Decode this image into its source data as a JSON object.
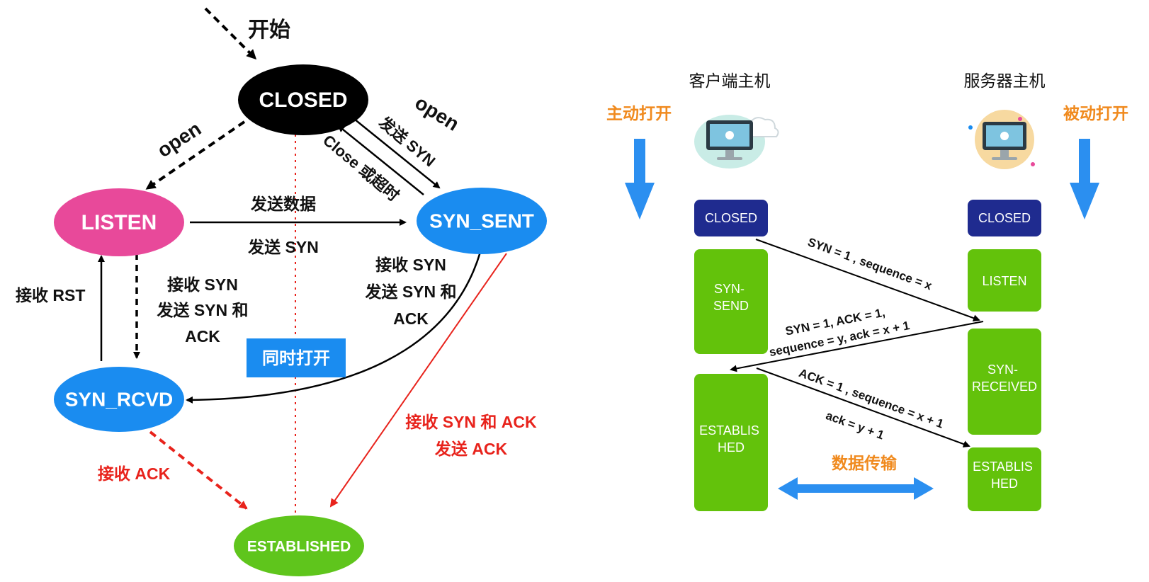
{
  "colors": {
    "closed": "#000000",
    "listen": "#e8499a",
    "syn_state": "#1a8cf0",
    "established": "#5fc51c",
    "red": "#e8231c",
    "orange": "#f08a1e",
    "box_blue": "#1f2b8f",
    "box_green": "#63c20b",
    "arrow_blue": "#2b8ff0"
  },
  "left": {
    "start_label": "开始",
    "states": {
      "closed": "CLOSED",
      "listen": "LISTEN",
      "syn_sent": "SYN_SENT",
      "syn_rcvd": "SYN_RCVD",
      "established": "ESTABLISHED"
    },
    "labels": {
      "open_left": "open",
      "open_right": "open",
      "send_syn_diag": "发送 SYN",
      "close_timeout": "Close 或超时",
      "send_data": "发送数据",
      "send_syn_mid": "发送 SYN",
      "recv_rst": "接收 RST",
      "listen_rcvd_1": "接收 SYN",
      "listen_rcvd_2": "发送 SYN 和",
      "listen_rcvd_3": "ACK",
      "sent_rcvd_1": "接收 SYN",
      "sent_rcvd_2": "发送 SYN  和",
      "sent_rcvd_3": "ACK",
      "simultaneous_open": "同时打开",
      "recv_ack": "接收 ACK",
      "recv_synack_1": "接收 SYN 和 ACK",
      "recv_synack_2": "发送 ACK"
    }
  },
  "right": {
    "client_title": "客户端主机",
    "server_title": "服务器主机",
    "active_open": "主动打开",
    "passive_open": "被动打开",
    "client_boxes": [
      "CLOSED",
      "SYN-\nSEND",
      "ESTABLIS\nHED"
    ],
    "server_boxes": [
      "CLOSED",
      "LISTEN",
      "SYN-\nRECEIVED",
      "ESTABLIS\nHED"
    ],
    "msg1": "SYN = 1 , sequence = x",
    "msg2_line1": "SYN = 1, ACK = 1,",
    "msg2_line2": "sequence = y, ack = x + 1",
    "msg3_line1": "ACK = 1 , sequence = x + 1",
    "msg3_line2": "ack = y + 1",
    "data_transfer": "数据传输",
    "icons": [
      "client-computer-icon",
      "server-computer-icon"
    ]
  }
}
